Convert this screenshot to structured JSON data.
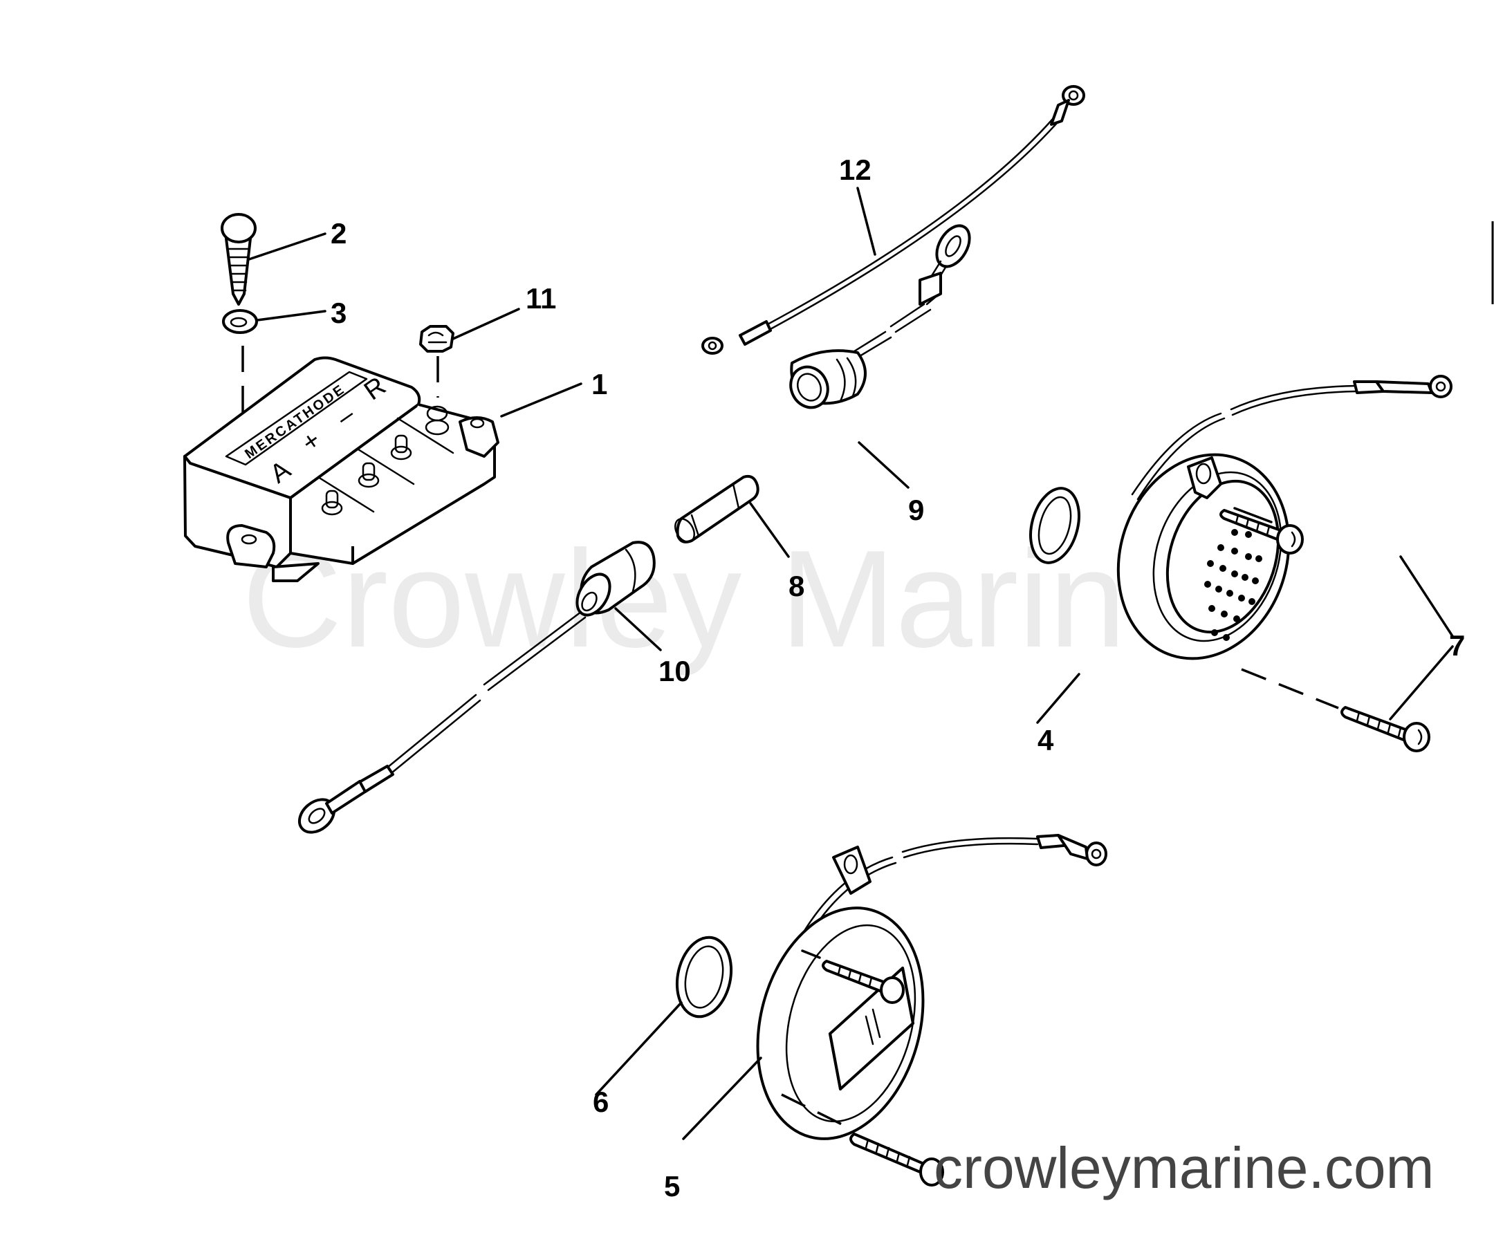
{
  "diagram": {
    "type": "exploded-parts-diagram",
    "watermark": "Crowley Marine",
    "site_url": "crowleymarine.com",
    "regulator_label": "MERCATHODE",
    "terminal_symbols": [
      "A",
      "+",
      "–",
      "R"
    ],
    "callouts": [
      {
        "number": "1",
        "part": "controller-box"
      },
      {
        "number": "2",
        "part": "screw"
      },
      {
        "number": "3",
        "part": "washer"
      },
      {
        "number": "4",
        "part": "anode-meter-housing"
      },
      {
        "number": "5",
        "part": "reference-electrode-housing"
      },
      {
        "number": "6",
        "part": "o-ring"
      },
      {
        "number": "7",
        "part": "mounting-screws"
      },
      {
        "number": "8",
        "part": "fuse"
      },
      {
        "number": "9",
        "part": "fuse-holder-half"
      },
      {
        "number": "10",
        "part": "fuse-holder-half-with-lead"
      },
      {
        "number": "11",
        "part": "nut"
      },
      {
        "number": "12",
        "part": "jumper-lead"
      }
    ]
  }
}
